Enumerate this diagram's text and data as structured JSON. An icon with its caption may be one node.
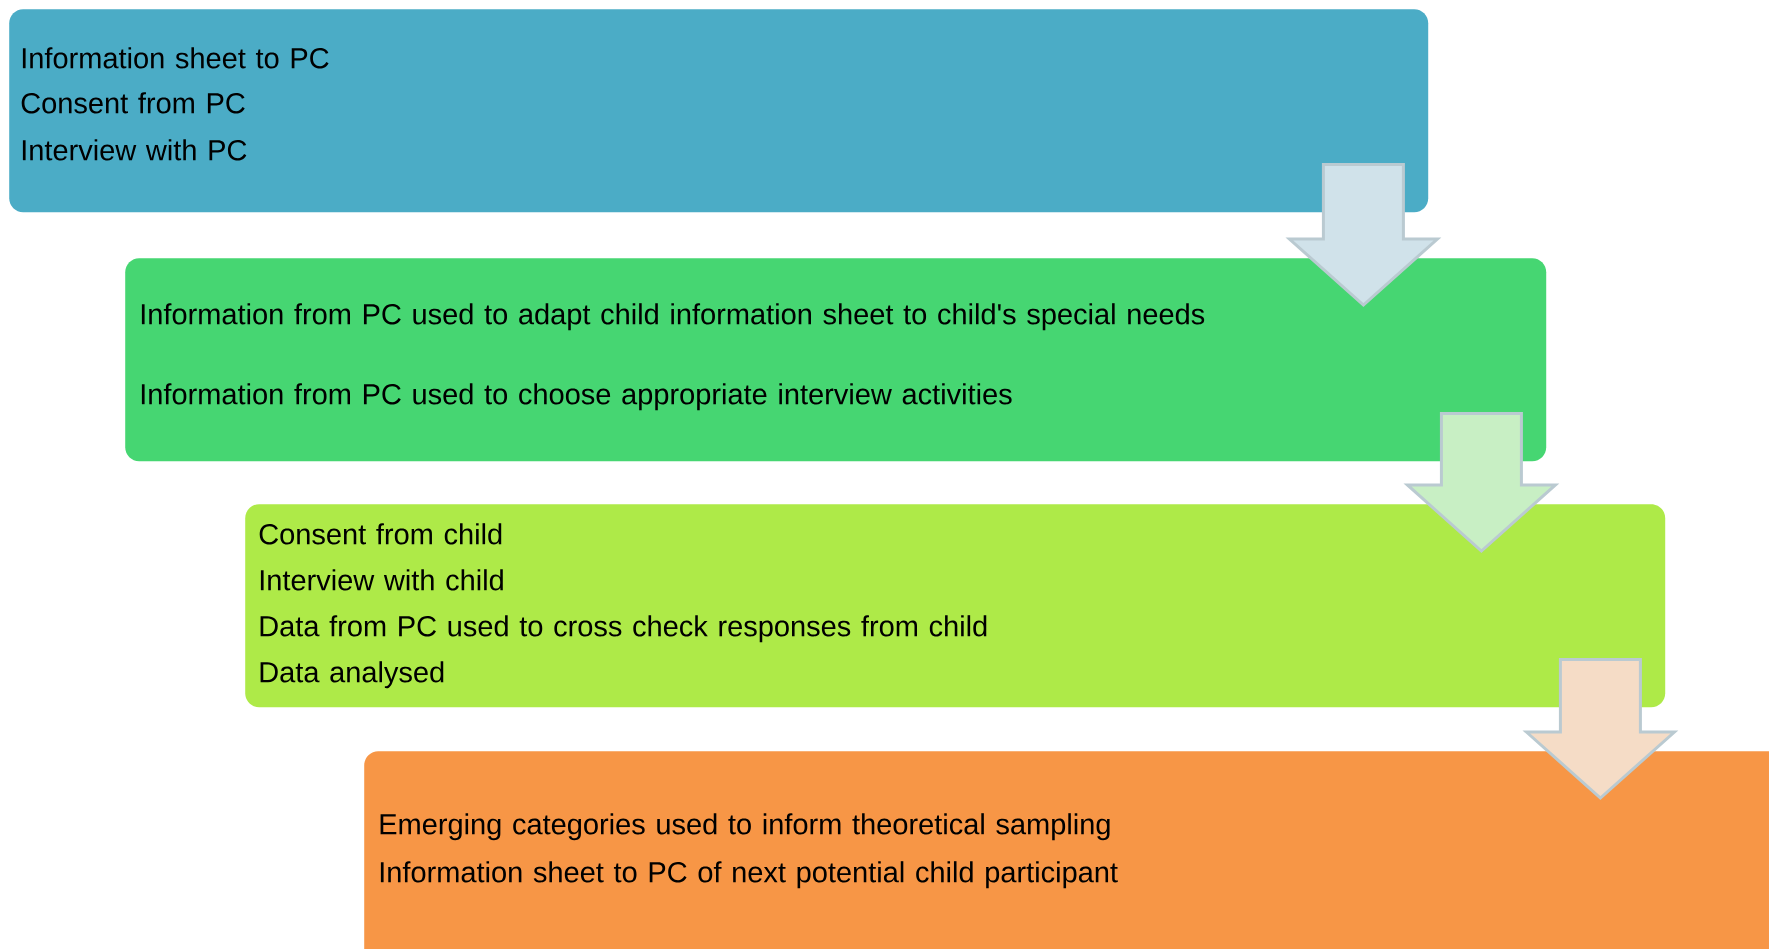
{
  "diagram": {
    "nodes": [
      {
        "text": [
          "Information sheet to PC",
          "Consent from PC",
          "Interview with PC"
        ]
      },
      {
        "text": [
          "Information from PC used to adapt child information sheet to child's special needs",
          "Information from PC used to choose  appropriate interview activities"
        ]
      },
      {
        "text": [
          "Consent from child",
          "Interview with child",
          "Data from PC used to cross check responses from child",
          "Data analysed"
        ]
      },
      {
        "text": [
          "Emerging categories  used to inform theoretical sampling",
          "Information sheet to PC of next potential child participant"
        ]
      }
    ],
    "edges": [
      {
        "from": 0,
        "to": 1,
        "arrow": "to",
        "color": "#d0e2ea"
      },
      {
        "from": 1,
        "to": 2,
        "arrow": "to",
        "color": "#c8efc4"
      },
      {
        "from": 2,
        "to": 3,
        "arrow": "to",
        "color": "#f5dcc6"
      }
    ]
  }
}
